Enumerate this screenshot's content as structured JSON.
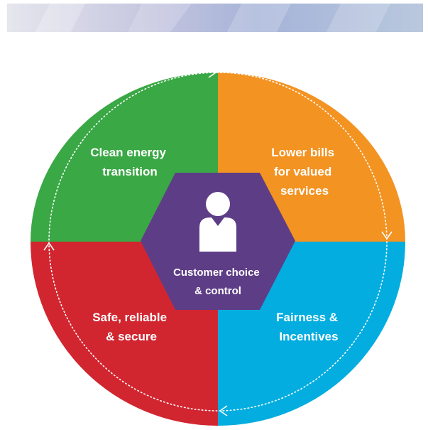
{
  "colors": {
    "green": "#3aa845",
    "orange": "#f39322",
    "red": "#d12630",
    "blue": "#03ade0",
    "purple": "#5e3d87",
    "banner": [
      "#e6e6ee",
      "#c5c5df",
      "#a5b3d8",
      "#b9c8de"
    ]
  },
  "quadrants": {
    "top_left": {
      "line1": "Clean energy",
      "line2": "transition"
    },
    "top_right": {
      "line1": "Lower bills",
      "line2": "for valued",
      "line3": "services"
    },
    "bottom_left": {
      "line1": "Safe, reliable",
      "line2": "& secure"
    },
    "bottom_right": {
      "line1": "Fairness &",
      "line2": "Incentives"
    }
  },
  "center": {
    "line1": "Customer choice",
    "line2": "& control",
    "icon": "person-icon"
  },
  "cycle_arrows": [
    "arrow-right-icon",
    "arrow-down-icon",
    "arrow-left-icon",
    "arrow-up-icon"
  ]
}
